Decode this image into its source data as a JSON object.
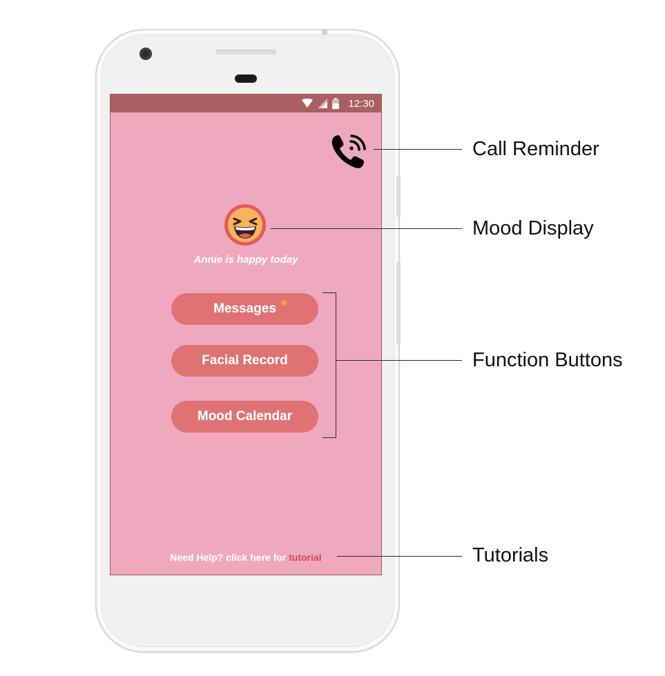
{
  "status_bar": {
    "time": "12:30",
    "icons": [
      "wifi-icon",
      "signal-icon",
      "battery-icon"
    ]
  },
  "app": {
    "call_icon": "phone-ringing-icon",
    "mood": {
      "emoji_icon": "laughing-face-icon",
      "text": "Annie is happy today"
    },
    "buttons": {
      "messages": "Messages",
      "facial_record": "Facial Record",
      "mood_calendar": "Mood Calendar"
    },
    "help": {
      "prefix": "Need Help? click here for ",
      "link": "tutorial"
    }
  },
  "annotations": {
    "call_reminder": "Call Reminder",
    "mood_display": "Mood Display",
    "function_buttons": "Function Buttons",
    "tutorials": "Tutorials"
  },
  "colors": {
    "screen_background": "#eea9bf",
    "status_bar": "#a86060",
    "button": "#df7373",
    "notification_dot": "#f2a33a",
    "link": "#d24c4c"
  }
}
